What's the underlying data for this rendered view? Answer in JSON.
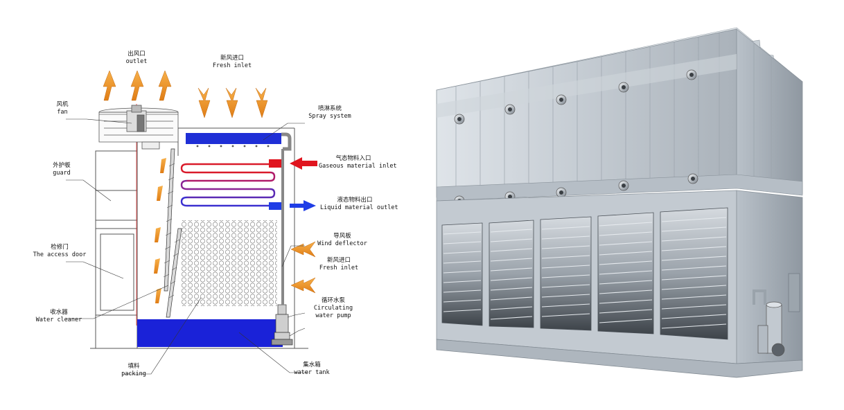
{
  "diagram": {
    "labels": {
      "outlet": {
        "zh": "出风口",
        "en": "outlet"
      },
      "fresh_inlet_top": {
        "zh": "新风进口",
        "en": "Fresh inlet"
      },
      "fan": {
        "zh": "风机",
        "en": "fan"
      },
      "spray_system": {
        "zh": "喷淋系统",
        "en": "Spray system"
      },
      "guard": {
        "zh": "外护板",
        "en": "guard"
      },
      "gaseous_inlet": {
        "zh": "气态物料入口",
        "en": "Gaseous material inlet"
      },
      "liquid_outlet": {
        "zh": "液态物料出口",
        "en": "Liquid material outlet"
      },
      "access_door": {
        "zh": "检修门",
        "en": "The access door"
      },
      "wind_deflector": {
        "zh": "导风板",
        "en": "Wind deflector"
      },
      "fresh_inlet_side": {
        "zh": "新风进口",
        "en": "Fresh inlet"
      },
      "water_cleaner": {
        "zh": "收水器",
        "en": "Water cleaner"
      },
      "circulating_pump": {
        "zh": "循环水泵",
        "en": "Circulating water pump",
        "en_line1": "Circulating",
        "en_line2": "water pump"
      },
      "packing": {
        "zh": "填料",
        "en": "packing"
      },
      "water_tank": {
        "zh": "集水箱",
        "en": "water tank"
      }
    },
    "colors": {
      "arrow_orange": "#f59a2a",
      "arrow_orange_dark": "#d9761a",
      "spray_blue": "#1f2fd6",
      "water_blue": "#1a22d8",
      "hot_red": "#e0141e",
      "liquid_blue": "#1f3de6",
      "coil_red": "#d91a2a",
      "coil_blue": "#3a2fd0",
      "frame": "#555555"
    }
  },
  "photo": {
    "subject": "cooling-tower-unit",
    "colors": {
      "panel": "#c9cfd6",
      "panel_dark": "#8e979f",
      "louver": "#4b5158"
    }
  }
}
